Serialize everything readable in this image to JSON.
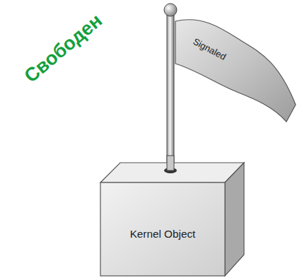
{
  "diagram": {
    "nodes": [
      {
        "text": [
          "Signaled"
        ]
      },
      {
        "text": [
          "Kernel Object"
        ]
      }
    ],
    "labels": [
      "Свободен"
    ]
  }
}
